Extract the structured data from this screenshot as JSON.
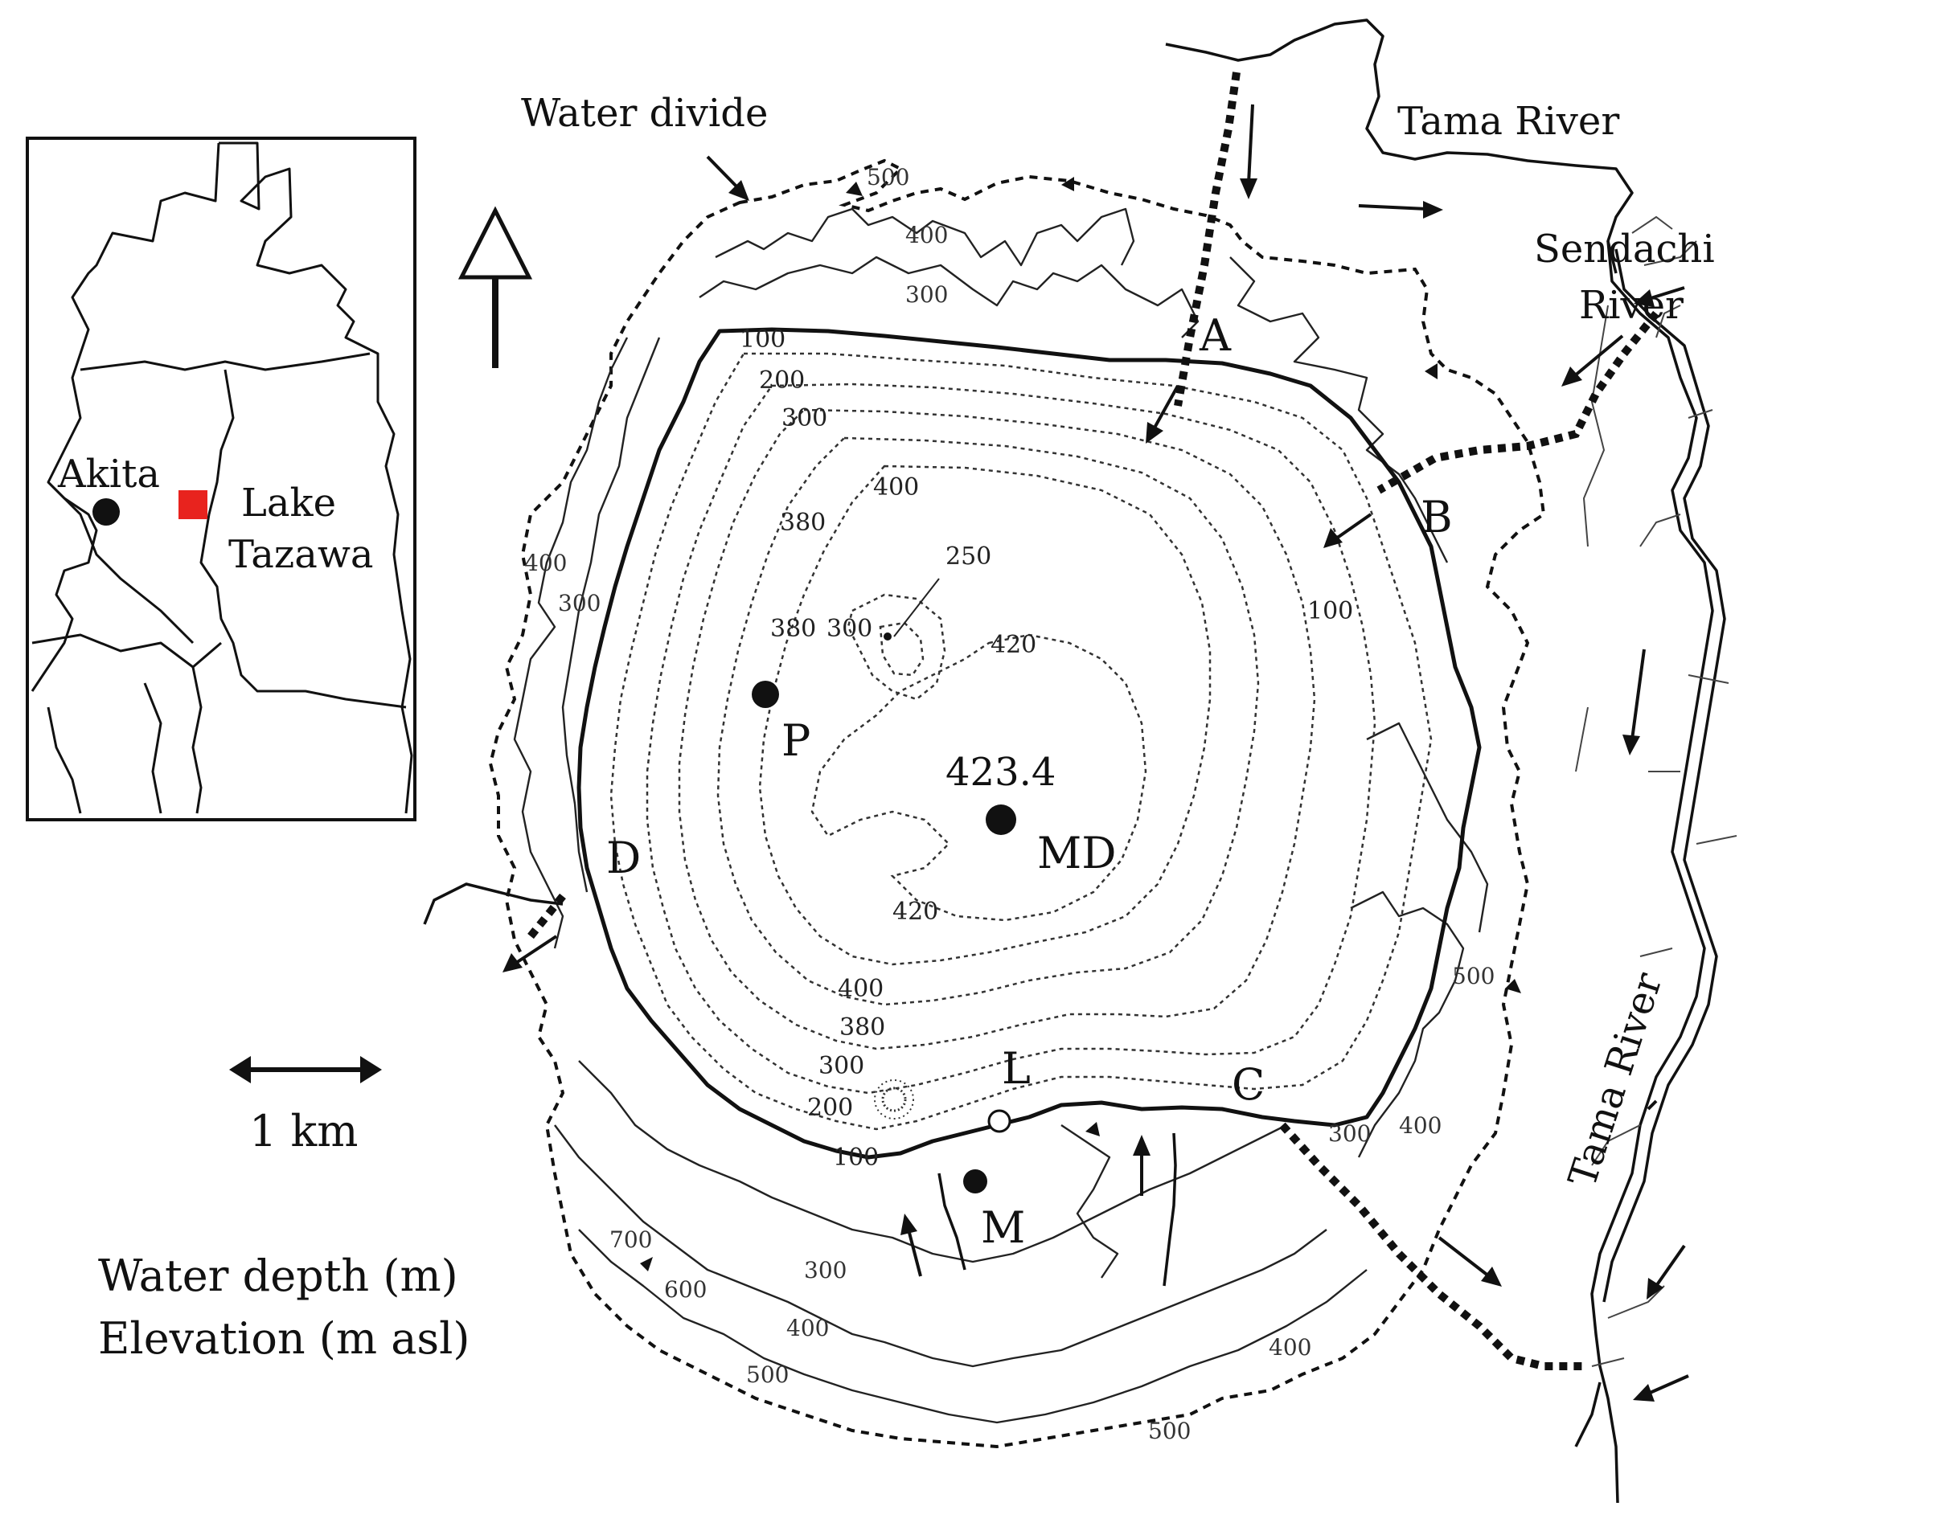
{
  "labels": {
    "water_divide": "Water divide",
    "tama_river_top": "Tama River",
    "tama_river_side": "Tama River",
    "sendachi_line1": "Sendachi",
    "sendachi_line2": "River",
    "akita": "Akita",
    "lake_line1": "Lake",
    "lake_line2": "Tazawa",
    "scale": "1 km",
    "legend_depth": "Water depth (m)",
    "legend_elevation": "Elevation (m asl)",
    "max_depth_value": "423.4"
  },
  "points": {
    "A": "A",
    "B": "B",
    "C": "C",
    "D": "D",
    "P": "P",
    "MD": "MD",
    "L": "L",
    "M": "M"
  },
  "depth_contours": {
    "d100_top": "100",
    "d200_top": "200",
    "d300_top": "300",
    "d400_top": "400",
    "d380_left": "380",
    "d250": "250",
    "d380_mid": "380",
    "d300_mid": "300",
    "d420_top": "420",
    "d100_right": "100",
    "d420_bottom": "420",
    "d400_bottom": "400",
    "d380_bottom": "380",
    "d300_bottom": "300",
    "d200_bottom": "200",
    "d100_bottom": "100"
  },
  "elevation_contours": {
    "e500_top": "500",
    "e400_top": "400",
    "e300_top": "300",
    "e400_left": "400",
    "e300_left": "300",
    "e500_right": "500",
    "e400_right": "400",
    "e300_right": "300",
    "e700": "700",
    "e600": "600",
    "e500_bottom_left": "500",
    "e400_bottom_left": "400",
    "e300_bottom": "300",
    "e400_bottom_right": "400",
    "e500_bottom": "500"
  },
  "colors": {
    "lake_marker": "#e8231e",
    "ink": "#111111"
  }
}
